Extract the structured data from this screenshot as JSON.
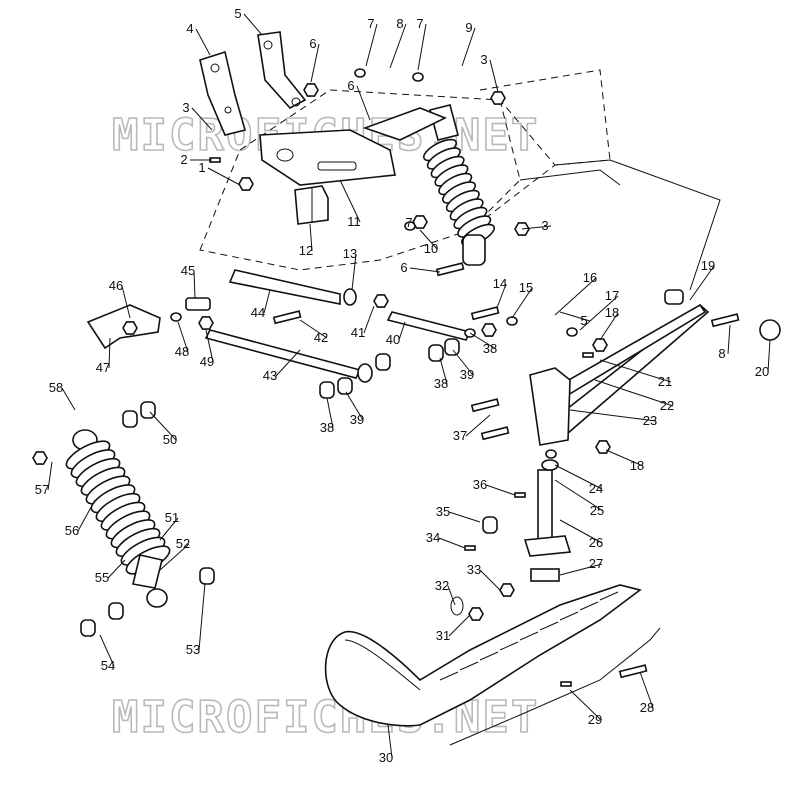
{
  "watermark": {
    "text": "MICROFICHES.NET"
  },
  "diagram": {
    "type": "exploded-parts-diagram",
    "callouts": [
      {
        "n": "1"
      },
      {
        "n": "2"
      },
      {
        "n": "3"
      },
      {
        "n": "3"
      },
      {
        "n": "3"
      },
      {
        "n": "4"
      },
      {
        "n": "5"
      },
      {
        "n": "5"
      },
      {
        "n": "6"
      },
      {
        "n": "6"
      },
      {
        "n": "6"
      },
      {
        "n": "7"
      },
      {
        "n": "7"
      },
      {
        "n": "7"
      },
      {
        "n": "8"
      },
      {
        "n": "8"
      },
      {
        "n": "9"
      },
      {
        "n": "10"
      },
      {
        "n": "11"
      },
      {
        "n": "12"
      },
      {
        "n": "13"
      },
      {
        "n": "14"
      },
      {
        "n": "15"
      },
      {
        "n": "16"
      },
      {
        "n": "17"
      },
      {
        "n": "18"
      },
      {
        "n": "18"
      },
      {
        "n": "19"
      },
      {
        "n": "20"
      },
      {
        "n": "21"
      },
      {
        "n": "22"
      },
      {
        "n": "23"
      },
      {
        "n": "24"
      },
      {
        "n": "25"
      },
      {
        "n": "26"
      },
      {
        "n": "27"
      },
      {
        "n": "28"
      },
      {
        "n": "29"
      },
      {
        "n": "30"
      },
      {
        "n": "31"
      },
      {
        "n": "32"
      },
      {
        "n": "33"
      },
      {
        "n": "34"
      },
      {
        "n": "35"
      },
      {
        "n": "36"
      },
      {
        "n": "37"
      },
      {
        "n": "38"
      },
      {
        "n": "38"
      },
      {
        "n": "38"
      },
      {
        "n": "39"
      },
      {
        "n": "39"
      },
      {
        "n": "40"
      },
      {
        "n": "41"
      },
      {
        "n": "42"
      },
      {
        "n": "43"
      },
      {
        "n": "44"
      },
      {
        "n": "45"
      },
      {
        "n": "46"
      },
      {
        "n": "47"
      },
      {
        "n": "48"
      },
      {
        "n": "49"
      },
      {
        "n": "50"
      },
      {
        "n": "51"
      },
      {
        "n": "52"
      },
      {
        "n": "53"
      },
      {
        "n": "54"
      },
      {
        "n": "55"
      },
      {
        "n": "56"
      },
      {
        "n": "57"
      },
      {
        "n": "58"
      }
    ]
  }
}
